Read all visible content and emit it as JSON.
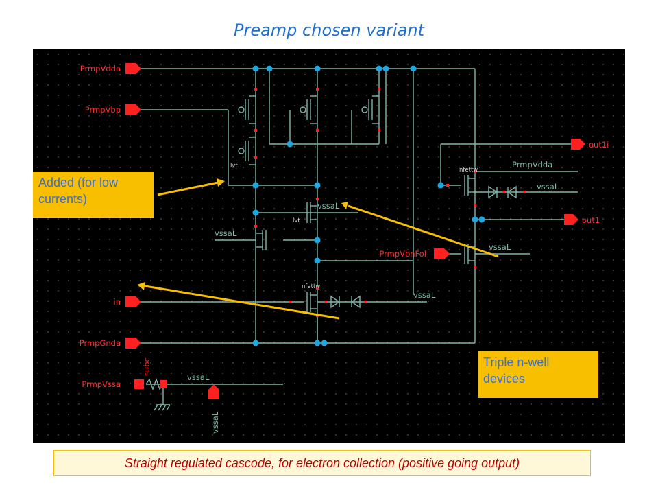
{
  "title": "Preamp chosen variant",
  "pins": {
    "vdda": "PrmpVdda",
    "vbp": "PrmpVbp",
    "in": "in",
    "gnda": "PrmpGnda",
    "vssa": "PrmpVssa",
    "vbnfol": "PrmpVbnFol",
    "out1i": "out1i",
    "out1": "out1"
  },
  "net_labels": {
    "vssal_mid": "vssaL",
    "vssal_left": "vssaL",
    "vssal_r1": "vssaL",
    "vssal_r2": "vssaL",
    "vssal_bot": "vssaL",
    "vssal_sub": "vssaL",
    "vssal_vert": "vssaL",
    "vdda_right": "PrmpVdda",
    "subc": "subc"
  },
  "device_labels": {
    "lvt1": "lvt",
    "lvt2": "lvt",
    "nfettw1": "nfettw",
    "nfettw2": "nfettw"
  },
  "callouts": {
    "low_current": "Added (for low currents)",
    "triple_nwell": "Triple n-well devices"
  },
  "caption": "Straight regulated cascode, for electron collection (positive going output)",
  "colors": {
    "background": "#000000",
    "wire": "#7fb7a8",
    "node": "#1fa8e0",
    "pin": "#ff2020",
    "accent": "#f8be00",
    "title": "#1f6fd1"
  }
}
